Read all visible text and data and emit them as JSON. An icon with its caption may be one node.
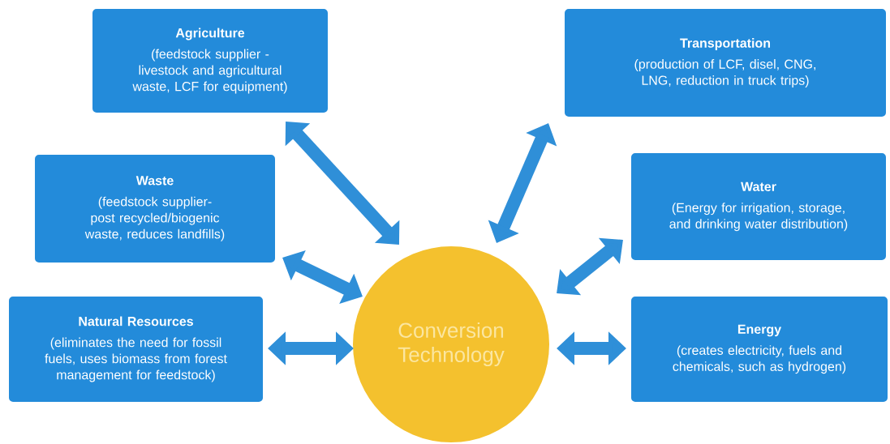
{
  "diagram": {
    "nodes": [
      {
        "text": [
          "Agriculture",
          "(feedstock supplier -livestock and agricultural waste, LCF for equipment)"
        ]
      },
      {
        "text": [
          "Transportation",
          "(production of LCF, disel, CNG, LNG, reduction in truck trips)"
        ]
      },
      {
        "text": [
          "Waste",
          "(feedstock supplier- post recycled/biogenic waste, reduces landfills)"
        ]
      },
      {
        "text": [
          "Water",
          "(Energy for irrigation, storage, and drinking water distribution)"
        ]
      },
      {
        "text": [
          "Natural Resources",
          "(eliminates  the need for fossil fuels,  uses biomass from forest management for feedstock)"
        ]
      },
      {
        "text": [
          "Energy",
          "(creates electricity, fuels and chemicals, such as hydrogen)"
        ]
      },
      {
        "text": [
          "Conversion Technology"
        ]
      }
    ],
    "edges": [
      {
        "from": 0,
        "to": 6,
        "arrow": "both"
      },
      {
        "from": 1,
        "to": 6,
        "arrow": "both"
      },
      {
        "from": 2,
        "to": 6,
        "arrow": "both"
      },
      {
        "from": 3,
        "to": 6,
        "arrow": "both"
      },
      {
        "from": 4,
        "to": 6,
        "arrow": "both"
      },
      {
        "from": 5,
        "to": 6,
        "arrow": "both"
      }
    ]
  }
}
